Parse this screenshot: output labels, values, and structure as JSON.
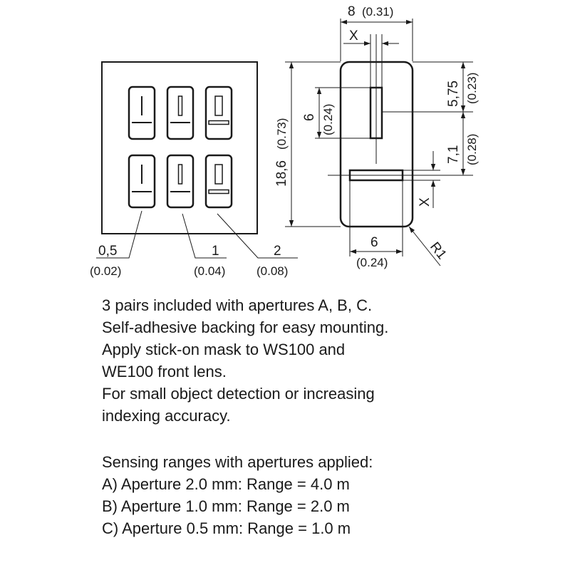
{
  "drawing": {
    "front_view": {
      "aperture_labels": [
        {
          "mm": "0,5",
          "inch": "(0.02)"
        },
        {
          "mm": "1",
          "inch": "(0.04)"
        },
        {
          "mm": "2",
          "inch": "(0.08)"
        }
      ]
    },
    "side_view": {
      "width_top": {
        "mm": "8",
        "inch": "(0.31)"
      },
      "x_label": "X",
      "height": {
        "mm": "18,6",
        "inch": "(0.73)"
      },
      "slot_height": {
        "mm": "6",
        "inch": "(0.24)"
      },
      "top_offset": {
        "mm": "5,75",
        "inch": "(0.23)"
      },
      "slot_offset": {
        "mm": "7,1",
        "inch": "(0.28)"
      },
      "bottom_width": {
        "mm": "6",
        "inch": "(0.24)"
      },
      "radius": "R1"
    }
  },
  "description": [
    "3 pairs included with apertures A, B, C.",
    "Self-adhesive backing for easy mounting.",
    "Apply stick-on mask to WS100 and",
    "WE100 front lens.",
    "For small object detection or increasing",
    "indexing accuracy."
  ],
  "ranges_heading": "Sensing ranges with apertures applied:",
  "ranges": [
    "A) Aperture 2.0 mm: Range = 4.0 m",
    "B) Aperture 1.0 mm: Range = 2.0 m",
    "C) Aperture 0.5 mm: Range = 1.0 m"
  ]
}
